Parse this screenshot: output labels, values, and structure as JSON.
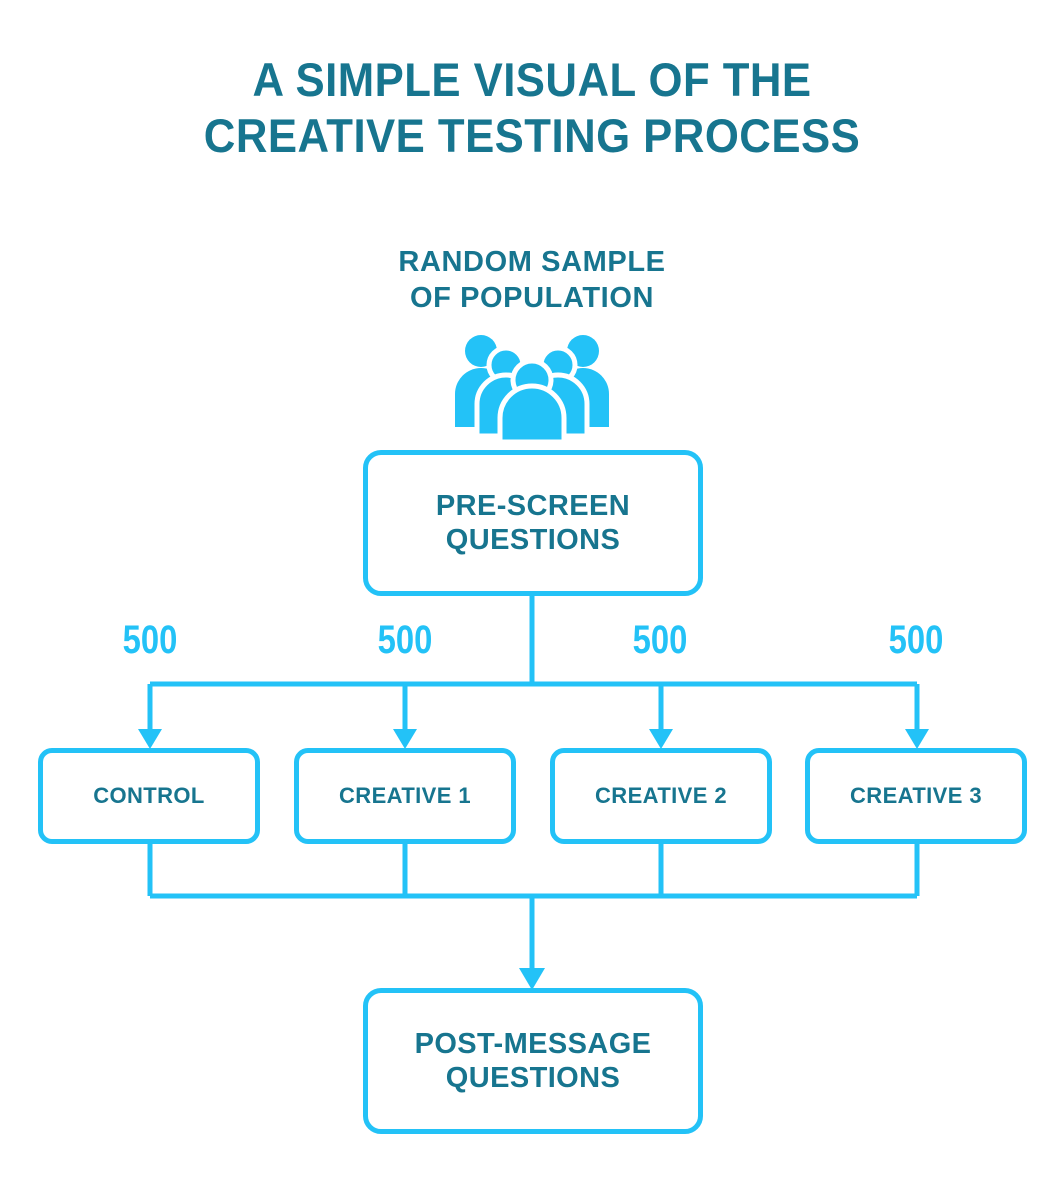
{
  "header": {
    "title_line1": "A SIMPLE VISUAL OF THE",
    "title_line2": "CREATIVE TESTING PROCESS",
    "title_color": "#17758f"
  },
  "source": {
    "label_line1": "RANDOM SAMPLE",
    "label_line2": "OF POPULATION",
    "icon": "people-group-icon",
    "icon_color": "#23c2f7"
  },
  "diagram": {
    "accent_color": "#23c2f7",
    "text_color": "#17758f",
    "background": "#ffffff",
    "prescreen": {
      "line1": "PRE-SCREEN",
      "line2": "QUESTIONS"
    },
    "branch_counts": [
      "500",
      "500",
      "500",
      "500"
    ],
    "variants": [
      {
        "label": "CONTROL"
      },
      {
        "label": "CREATIVE 1"
      },
      {
        "label": "CREATIVE 2"
      },
      {
        "label": "CREATIVE 3"
      }
    ],
    "post": {
      "line1": "POST-MESSAGE",
      "line2": "QUESTIONS"
    }
  }
}
